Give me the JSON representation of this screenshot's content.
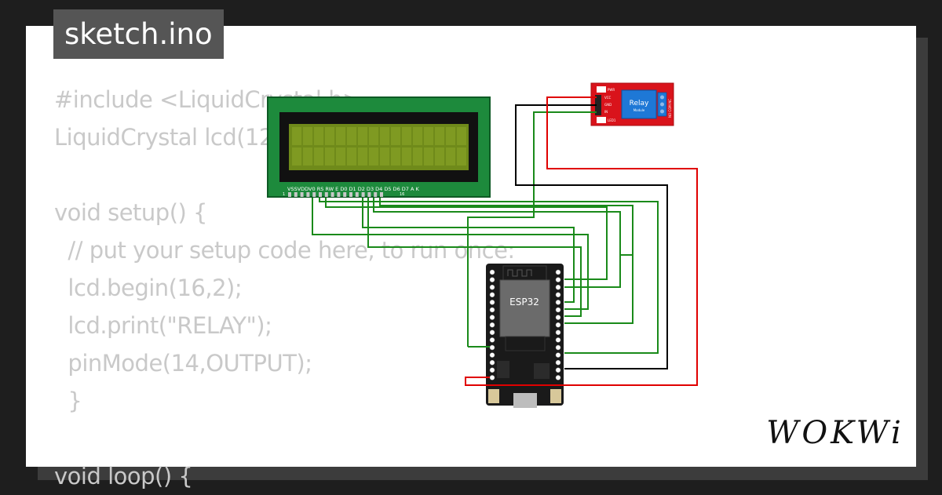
{
  "title_tab": {
    "label": "sketch.ino"
  },
  "code_lines": [
    "#include <LiquidCrystal.h>",
    "LiquidCrystal lcd(12, 11, 5, 4, 3, 2);",
    "",
    "void setup() {",
    "  // put your setup code here, to run once:",
    "  lcd.begin(16,2);",
    "  lcd.print(\"RELAY\");",
    "  pinMode(14,OUTPUT);",
    "  }",
    "",
    "void loop() {"
  ],
  "lcd": {
    "pin_labels": "VSSVDDV0 RS RW E  D0 D1 D2 D3 D4 D5 D6 D7 A  K",
    "pin_first": "1",
    "pin_last": "16",
    "pcb_color": "#1d8a3c",
    "screen_color": "#6f8a1a"
  },
  "esp32": {
    "label": "ESP32"
  },
  "relay": {
    "title": "Relay",
    "subtitle": "Module",
    "pin_vcc": "VCC",
    "pin_gnd": "GND",
    "pin_in": "IN",
    "pwr_label": "PWR",
    "led_label": "LED1",
    "terminal_label": "NO COM NC",
    "board_color": "#d9131b",
    "relay_color": "#1e78d6"
  },
  "wire_colors": {
    "green": "#1a8a1a",
    "black": "#000000",
    "red": "#e00000"
  },
  "logo": {
    "text": "WOKWi"
  }
}
